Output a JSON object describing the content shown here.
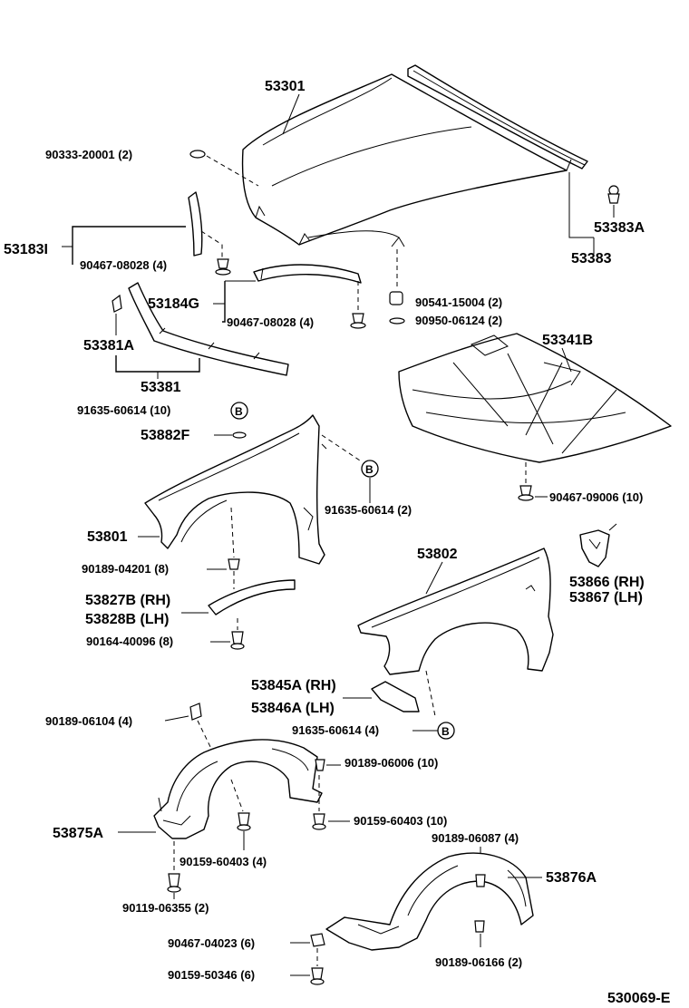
{
  "labels": {
    "hood": "53301",
    "hood_cushion": "90333-20001 (2)",
    "hood_seal": "53383",
    "hood_seal_clip": "53383A",
    "seal_rh": "53183I",
    "clip_seal_rh": "90467-08028 (4)",
    "seal_lh": "53184G",
    "clip_seal_lh": "90467-08028 (4)",
    "stopper": "90541-15004 (2)",
    "washer": "90950-06124 (2)",
    "insulator": "53341B",
    "insulator_clip": "90467-09006 (10)",
    "seal_lower_clip": "53381A",
    "seal_lower": "53381",
    "fender_bolt_top": "91635-60614 (10)",
    "fender_washer": "53882F",
    "fender_bolt_side": "91635-60614 (2)",
    "fender_rh": "53801",
    "fender_nut": "90189-04201 (8)",
    "moulding_rh": "53827B (RH)",
    "moulding_lh": "53828B (LH)",
    "moulding_screw": "90164-40096 (8)",
    "fender_lh": "53802",
    "bracket_rh": "53866 (RH)",
    "bracket_lh": "53867 (LH)",
    "splash_rh": "53845A (RH)",
    "splash_lh": "53846A (LH)",
    "splash_bolt": "91635-60614 (4)",
    "liner_nut_a": "90189-06104 (4)",
    "liner_nut_b": "90189-06006 (10)",
    "liner_screw_a": "90159-60403 (10)",
    "liner_rh": "53875A",
    "liner_screw_b": "90159-60403 (4)",
    "liner_nut_c": "90189-06087 (4)",
    "liner_lh": "53876A",
    "liner_clip_a": "90119-06355 (2)",
    "liner_clip_b": "90467-04023 (6)",
    "liner_nut_d": "90189-06166 (2)",
    "liner_screw_c": "90159-50346 (6)",
    "ref_b": "B",
    "figure_id": "530069-E"
  }
}
